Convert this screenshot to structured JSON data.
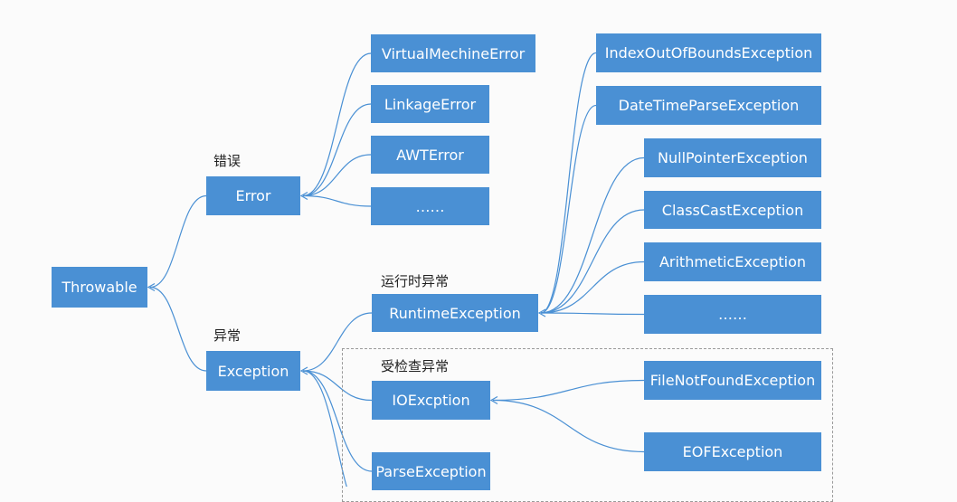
{
  "nodes": {
    "throwable": "Throwable",
    "error": "Error",
    "exception": "Exception",
    "virtual_machine_error": "VirtualMechineError",
    "linkage_error": "LinkageError",
    "awt_error": "AWTError",
    "error_more": "……",
    "runtime_exception": "RuntimeException",
    "io_exception": "IOExcption",
    "parse_exception": "ParseException",
    "index_out_of_bounds": "IndexOutOfBoundsException",
    "date_time_parse": "DateTimeParseException",
    "null_pointer": "NullPointerException",
    "class_cast": "ClassCastException",
    "arithmetic": "ArithmeticException",
    "runtime_more": "……",
    "file_not_found": "FileNotFoundException",
    "eof": "EOFException"
  },
  "labels": {
    "error_cn": "错误",
    "exception_cn": "异常",
    "runtime_cn": "运行时异常",
    "checked_cn": "受检查异常"
  },
  "colors": {
    "box_fill": "#4a90d4",
    "box_text": "#ffffff",
    "connector": "#4a90d4",
    "dashed_border": "#9a9a9a"
  }
}
